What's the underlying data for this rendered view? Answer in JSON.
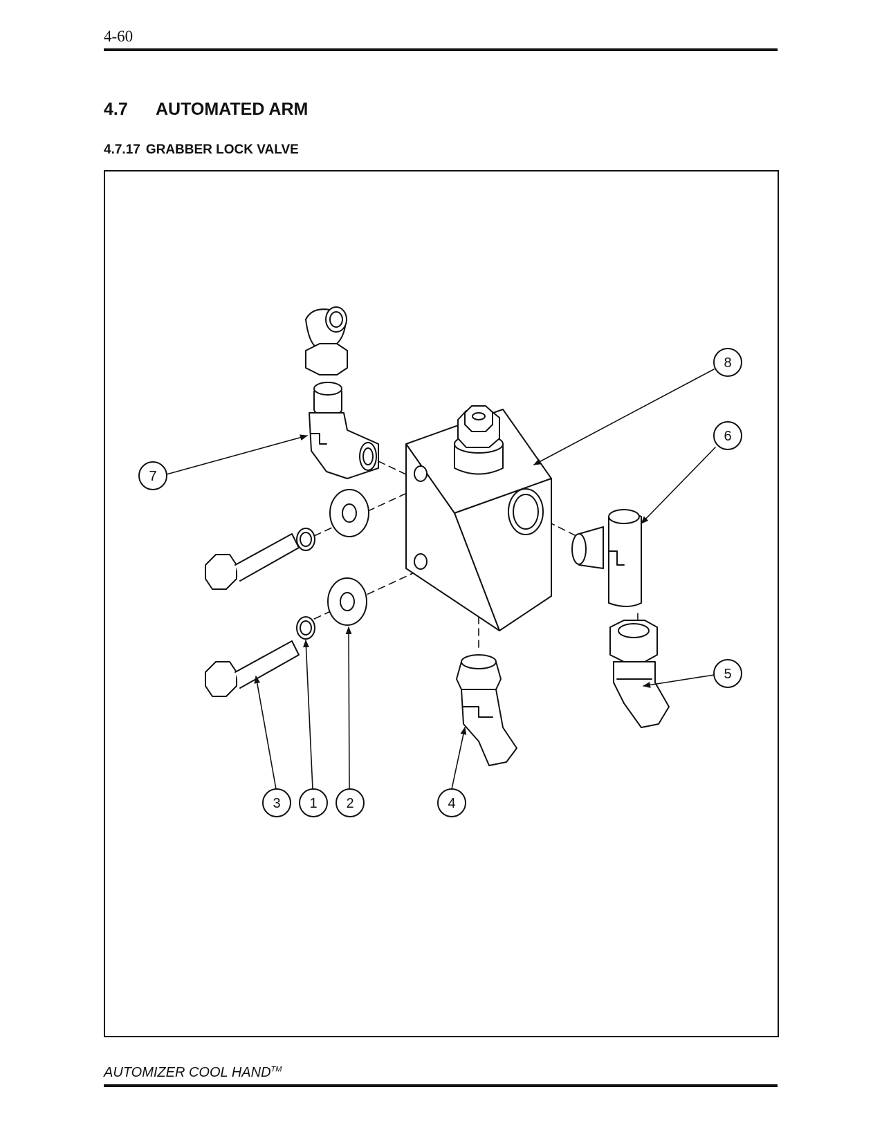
{
  "header": {
    "page_number": "4-60"
  },
  "section": {
    "number": "4.7",
    "title": "AUTOMATED ARM"
  },
  "subsection": {
    "number": "4.7.17",
    "title": "GRABBER LOCK VALVE"
  },
  "diagram": {
    "callouts": {
      "c1": "1",
      "c2": "2",
      "c3": "3",
      "c4": "4",
      "c5": "5",
      "c6": "6",
      "c7": "7",
      "c8": "8"
    }
  },
  "footer": {
    "title": "AUTOMIZER COOL HAND",
    "trademark": "TM"
  }
}
